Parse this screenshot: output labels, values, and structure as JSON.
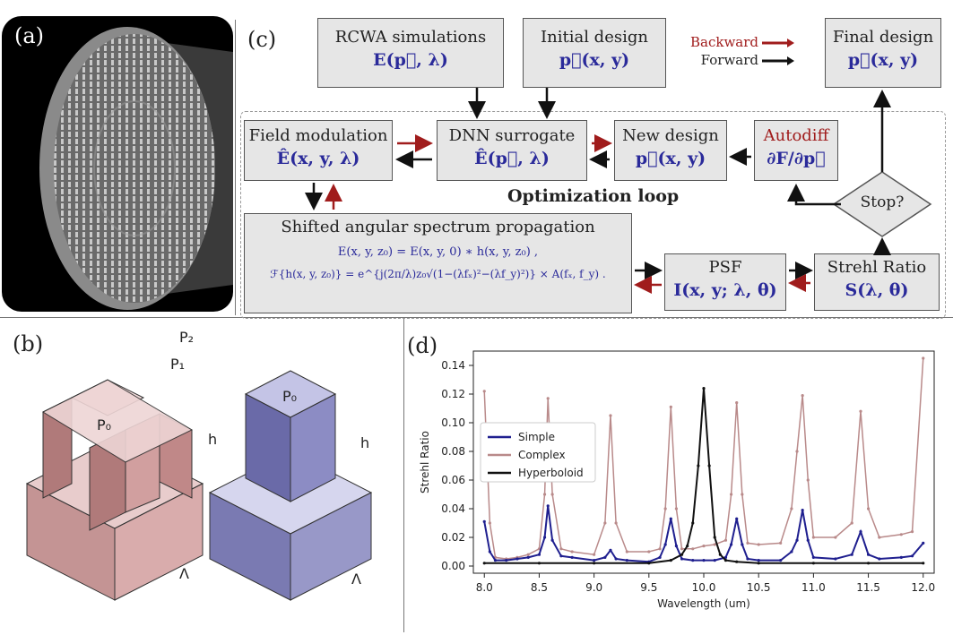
{
  "panels": {
    "a": "(a)",
    "b": "(b)",
    "c": "(c)",
    "d": "(d)"
  },
  "flow": {
    "rcwa": {
      "title": "RCWA simulations",
      "math": "E(p⃗, λ)"
    },
    "initial": {
      "title": "Initial design",
      "math": "p⃗(x, y)"
    },
    "final": {
      "title": "Final design",
      "math": "p⃗(x, y)"
    },
    "field": {
      "title": "Field modulation",
      "math": "Ê(x, y, λ)"
    },
    "dnn": {
      "title": "DNN surrogate",
      "math": "Ê(p⃗, λ)"
    },
    "newdesign": {
      "title": "New design",
      "math": "p⃗(x, y)"
    },
    "autodiff": {
      "title": "Autodiff",
      "math": "∂F/∂p⃗"
    },
    "stop": "Stop?",
    "loop_label": "Optimization loop",
    "asp": {
      "title": "Shifted angular spectrum propagation",
      "eq1": "E(x, y, z₀) = E(x, y, 0) ∗ h(x, y, z₀) ,",
      "eq2": "ℱ{h(x, y, z₀)} = e^{j(2π/λ)z₀√(1−(λfₓ)²−(λf_y)²)} × A(fₓ, f_y) ."
    },
    "psf": {
      "title": "PSF",
      "math": "I(x, y; λ, θ)"
    },
    "strehl": {
      "title": "Strehl Ratio",
      "math": "S(λ, θ)"
    },
    "legend": {
      "backward": "Backward",
      "forward": "Forward"
    },
    "colors": {
      "backward": "#a01c1c",
      "forward": "#111111"
    }
  },
  "unitcell_labels": {
    "p2": "P₂",
    "p1": "P₁",
    "p0": "P₀",
    "h": "h",
    "lambda": "Λ"
  },
  "chart_data": {
    "type": "line",
    "xlabel": "Wavelength (um)",
    "ylabel": "Strehl Ratio",
    "xlim": [
      7.9,
      12.1
    ],
    "ylim": [
      -0.005,
      0.15
    ],
    "xticks": [
      "8.0",
      "8.5",
      "9.0",
      "9.5",
      "10.0",
      "10.5",
      "11.0",
      "11.5",
      "12.0"
    ],
    "yticks": [
      "0.00",
      "0.02",
      "0.04",
      "0.06",
      "0.08",
      "0.10",
      "0.12",
      "0.14"
    ],
    "legend_position": "center-left",
    "series": [
      {
        "name": "Simple",
        "color": "#1f1f8f",
        "x": [
          8.0,
          8.05,
          8.1,
          8.2,
          8.3,
          8.4,
          8.5,
          8.55,
          8.58,
          8.62,
          8.7,
          8.8,
          9.0,
          9.1,
          9.15,
          9.2,
          9.3,
          9.5,
          9.6,
          9.65,
          9.7,
          9.75,
          9.8,
          9.9,
          10.0,
          10.1,
          10.2,
          10.25,
          10.3,
          10.35,
          10.4,
          10.5,
          10.7,
          10.8,
          10.85,
          10.9,
          10.95,
          11.0,
          11.2,
          11.35,
          11.43,
          11.5,
          11.6,
          11.8,
          11.9,
          12.0
        ],
        "y": [
          0.031,
          0.01,
          0.004,
          0.004,
          0.005,
          0.006,
          0.008,
          0.02,
          0.042,
          0.018,
          0.007,
          0.006,
          0.004,
          0.006,
          0.011,
          0.005,
          0.004,
          0.003,
          0.006,
          0.015,
          0.033,
          0.014,
          0.005,
          0.004,
          0.004,
          0.004,
          0.006,
          0.015,
          0.033,
          0.015,
          0.005,
          0.004,
          0.004,
          0.01,
          0.018,
          0.039,
          0.018,
          0.006,
          0.005,
          0.008,
          0.024,
          0.008,
          0.005,
          0.006,
          0.007,
          0.016
        ]
      },
      {
        "name": "Complex",
        "color": "#b98a8a",
        "x": [
          8.0,
          8.05,
          8.1,
          8.2,
          8.3,
          8.4,
          8.5,
          8.55,
          8.58,
          8.62,
          8.7,
          8.8,
          9.0,
          9.1,
          9.15,
          9.2,
          9.3,
          9.5,
          9.6,
          9.65,
          9.7,
          9.75,
          9.8,
          9.9,
          10.0,
          10.1,
          10.2,
          10.25,
          10.3,
          10.35,
          10.4,
          10.5,
          10.7,
          10.8,
          10.85,
          10.9,
          10.95,
          11.0,
          11.2,
          11.35,
          11.43,
          11.5,
          11.6,
          11.8,
          11.9,
          12.0
        ],
        "y": [
          0.122,
          0.03,
          0.006,
          0.005,
          0.006,
          0.008,
          0.012,
          0.05,
          0.117,
          0.05,
          0.012,
          0.01,
          0.008,
          0.03,
          0.105,
          0.03,
          0.01,
          0.01,
          0.012,
          0.04,
          0.111,
          0.04,
          0.012,
          0.012,
          0.014,
          0.015,
          0.018,
          0.05,
          0.114,
          0.05,
          0.016,
          0.015,
          0.016,
          0.04,
          0.08,
          0.119,
          0.06,
          0.02,
          0.02,
          0.03,
          0.108,
          0.04,
          0.02,
          0.022,
          0.024,
          0.145
        ]
      },
      {
        "name": "Hyperboloid",
        "color": "#111111",
        "x": [
          8.0,
          8.5,
          9.0,
          9.5,
          9.7,
          9.8,
          9.85,
          9.9,
          9.95,
          10.0,
          10.05,
          10.1,
          10.15,
          10.2,
          10.3,
          10.5,
          11.0,
          11.5,
          12.0
        ],
        "y": [
          0.002,
          0.002,
          0.002,
          0.002,
          0.004,
          0.008,
          0.014,
          0.03,
          0.07,
          0.124,
          0.07,
          0.02,
          0.008,
          0.004,
          0.003,
          0.002,
          0.002,
          0.002,
          0.002
        ]
      }
    ]
  }
}
